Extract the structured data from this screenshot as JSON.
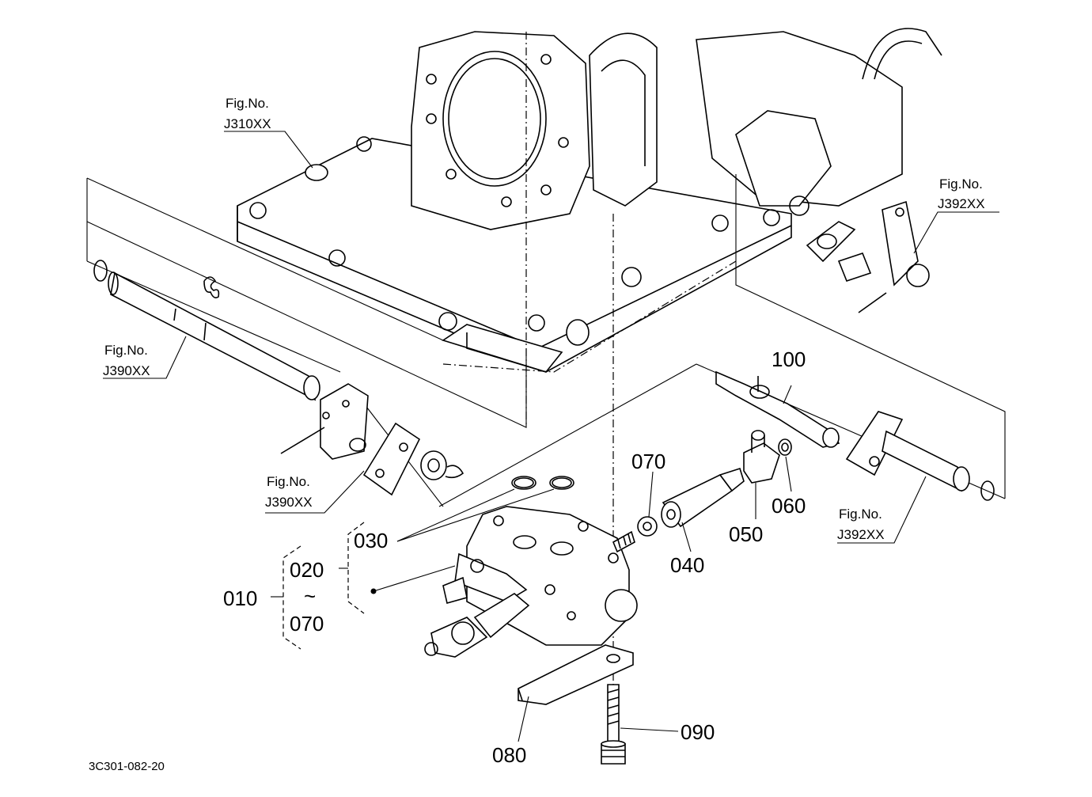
{
  "parts": {
    "p010": "010",
    "p020": "020",
    "tilde": "~",
    "p070_range": "070",
    "p030": "030",
    "p070": "070",
    "p040": "040",
    "p050": "050",
    "p060": "060",
    "p080": "080",
    "p090": "090",
    "p100": "100"
  },
  "figure_refs": {
    "j310": {
      "line1": "Fig.No.",
      "line2": "J310XX"
    },
    "j392_top": {
      "line1": "Fig.No.",
      "line2": "J392XX"
    },
    "j390_left": {
      "line1": "Fig.No.",
      "line2": "J390XX"
    },
    "j390_mid": {
      "line1": "Fig.No.",
      "line2": "J390XX"
    },
    "j392_right": {
      "line1": "Fig.No.",
      "line2": "J392XX"
    }
  },
  "drawing_code": "3C301-082-20",
  "colors": {
    "ink": "#000000",
    "paper": "#ffffff"
  }
}
